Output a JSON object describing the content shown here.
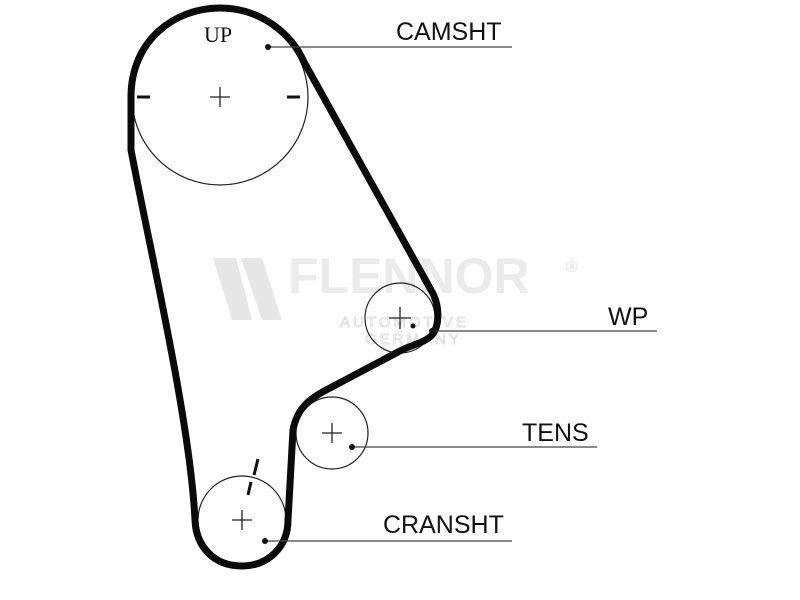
{
  "watermark": {
    "brand": "FLENNOR",
    "registered": "®",
    "line1": "AUTOMOTIVE",
    "line2": "GERMANY"
  },
  "diagram": {
    "top_marker": "UP",
    "labels": {
      "camshaft": "CAMSHT",
      "water_pump": "WP",
      "tensioner": "TENS",
      "crankshaft": "CRANSHT"
    }
  },
  "colors": {
    "belt": "#0a0a0a",
    "line": "#222222",
    "watermark": "#ebebeb",
    "background": "#ffffff"
  }
}
